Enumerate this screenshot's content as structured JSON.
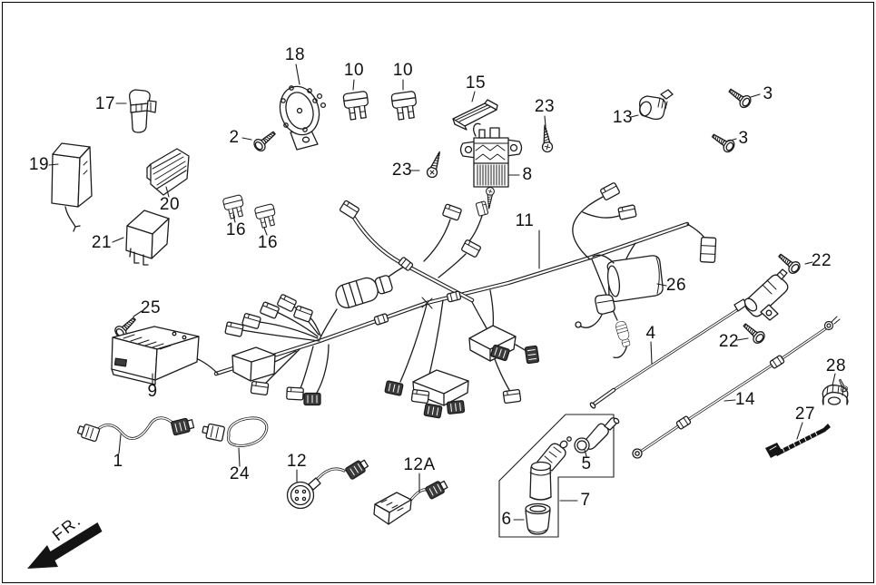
{
  "palette": {
    "background": "#ffffff",
    "line": "#1c1c1c",
    "arrow": "#111111"
  },
  "fr_indicator": {
    "label": "FR."
  },
  "part_labels": [
    {
      "ref": "17",
      "text": "17"
    },
    {
      "ref": "19",
      "text": "19"
    },
    {
      "ref": "20",
      "text": "20"
    },
    {
      "ref": "21",
      "text": "21"
    },
    {
      "ref": "2",
      "text": "2"
    },
    {
      "ref": "18",
      "text": "18"
    },
    {
      "ref": "10-a",
      "text": "10"
    },
    {
      "ref": "10-b",
      "text": "10"
    },
    {
      "ref": "15",
      "text": "15"
    },
    {
      "ref": "23-a",
      "text": "23"
    },
    {
      "ref": "23-b",
      "text": "23"
    },
    {
      "ref": "8",
      "text": "8"
    },
    {
      "ref": "13",
      "text": "13"
    },
    {
      "ref": "3-a",
      "text": "3"
    },
    {
      "ref": "3-b",
      "text": "3"
    },
    {
      "ref": "16-a",
      "text": "16"
    },
    {
      "ref": "16-b",
      "text": "16"
    },
    {
      "ref": "25",
      "text": "25"
    },
    {
      "ref": "9",
      "text": "9"
    },
    {
      "ref": "11",
      "text": "11"
    },
    {
      "ref": "26",
      "text": "26"
    },
    {
      "ref": "22-a",
      "text": "22"
    },
    {
      "ref": "22-b",
      "text": "22"
    },
    {
      "ref": "4",
      "text": "4"
    },
    {
      "ref": "14",
      "text": "14"
    },
    {
      "ref": "28",
      "text": "28"
    },
    {
      "ref": "27",
      "text": "27"
    },
    {
      "ref": "1",
      "text": "1"
    },
    {
      "ref": "24",
      "text": "24"
    },
    {
      "ref": "12",
      "text": "12"
    },
    {
      "ref": "12A",
      "text": "12A"
    },
    {
      "ref": "5",
      "text": "5"
    },
    {
      "ref": "6",
      "text": "6"
    },
    {
      "ref": "7",
      "text": "7"
    }
  ]
}
